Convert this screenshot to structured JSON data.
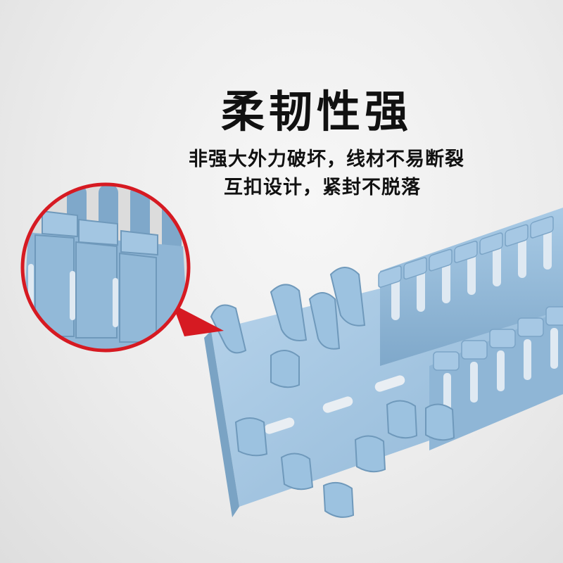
{
  "headline": "柔韧性强",
  "description": {
    "line1": "非强大外力破坏，线材不易断裂",
    "line2": "互扣设计，紧封不脱落"
  },
  "colors": {
    "product": "#9cc2e0",
    "product_shadow": "#7ba4c6",
    "product_light": "#c8def0",
    "callout_border": "#d61a22",
    "background": "#ececec",
    "text": "#111111"
  }
}
